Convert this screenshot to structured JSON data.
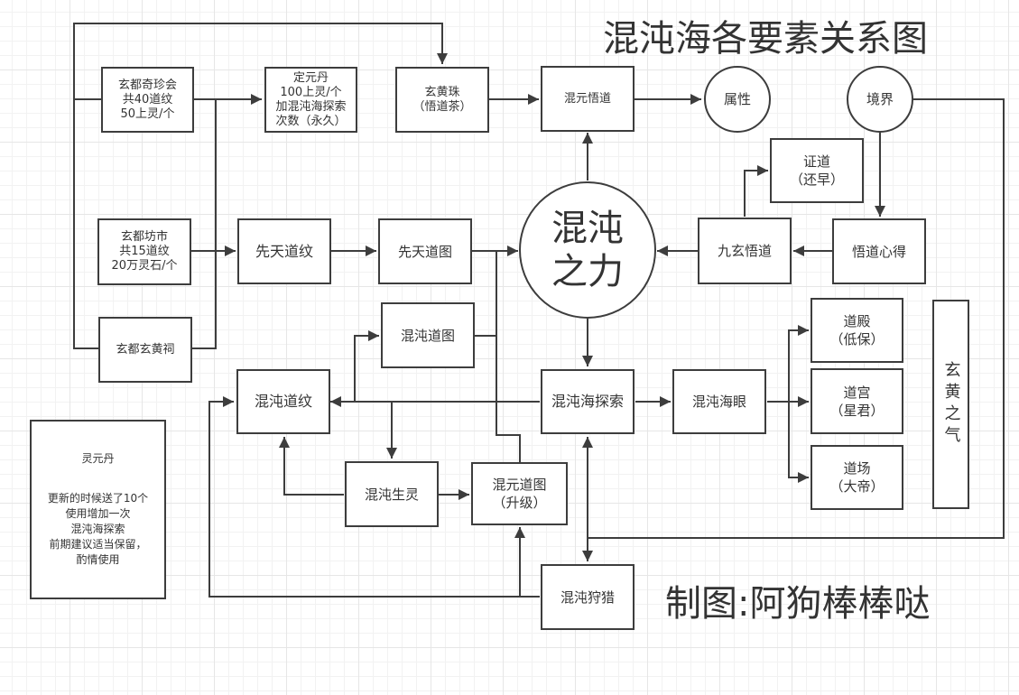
{
  "title": "混沌海各要素关系图",
  "author": "制图:阿狗棒棒哒",
  "nodes": {
    "qizhenhui": "玄都奇珍会\n共40道纹\n50上灵/个",
    "dingyuandan": "定元丹\n100上灵/个\n加混沌海探索\n次数（永久）",
    "xuanhuangzhu": "玄黄珠\n（悟道茶）",
    "hunyuanwudao": "混元悟道",
    "shuxing": "属性",
    "jingjie": "境界",
    "zhengdao": "证道\n（还早）",
    "fangshi": "玄都坊市\n共15道纹\n20万灵石/个",
    "xiantiandaowen": "先天道纹",
    "xiantiandaotu": "先天道图",
    "hundunzhili": "混沌\n之力",
    "jiuxuanwudao": "九玄悟道",
    "wudaoxinde": "悟道心得",
    "xuanhuangci": "玄都玄黄祠",
    "hundundaotu": "混沌道图",
    "hundundaowen": "混沌道纹",
    "tansuo": "混沌海探索",
    "haiyan": "混沌海眼",
    "daodian": "道殿\n（低保）",
    "daogong": "道宫\n（星君）",
    "daochang": "道场\n（大帝）",
    "xuanhuangzhiqi": "玄黄之气",
    "shengling": "混沌生灵",
    "hunyuandaotu": "混元道图\n（升级）",
    "shoulie": "混沌狩猎"
  },
  "note": {
    "title": "灵元丹",
    "body": "更新的时候送了10个\n使用增加一次\n混沌海探索\n前期建议适当保留，\n酌情使用"
  },
  "edges": [
    {
      "from": "qizhenhui",
      "to": "dingyuandan"
    },
    {
      "from": "qizhenhui",
      "to": "xuanhuangzhu"
    },
    {
      "from": "qizhenhui",
      "to": "xiantiandaowen"
    },
    {
      "from": "fangshi",
      "to": "xiantiandaowen"
    },
    {
      "from": "xuanhuangci",
      "to": "xiantiandaowen"
    },
    {
      "from": "xuanhuangci",
      "to": "xuanhuangzhu"
    },
    {
      "from": "xiantiandaowen",
      "to": "xiantiandaotu"
    },
    {
      "from": "xiantiandaotu",
      "to": "hundunzhili"
    },
    {
      "from": "hundundaotu",
      "to": "hundunzhili"
    },
    {
      "from": "hunyuandaotu",
      "to": "hundunzhili"
    },
    {
      "from": "xuanhuangzhu",
      "to": "hunyuanwudao"
    },
    {
      "from": "hunyuanwudao",
      "to": "shuxing"
    },
    {
      "from": "hundunzhili",
      "to": "hunyuanwudao"
    },
    {
      "from": "hundunzhili",
      "to": "tansuo"
    },
    {
      "from": "jiuxuanwudao",
      "to": "hundunzhili"
    },
    {
      "from": "jiuxuanwudao",
      "to": "zhengdao"
    },
    {
      "from": "wudaoxinde",
      "to": "jiuxuanwudao"
    },
    {
      "from": "jingjie",
      "to": "wudaoxinde"
    },
    {
      "from": "jingjie",
      "to": "shoulie"
    },
    {
      "from": "tansuo",
      "to": "hundundaowen"
    },
    {
      "from": "tansuo",
      "to": "hundundaotu"
    },
    {
      "from": "tansuo",
      "to": "shengling"
    },
    {
      "from": "tansuo",
      "to": "haiyan"
    },
    {
      "from": "tansuo",
      "to": "shoulie"
    },
    {
      "from": "shoulie",
      "to": "tansuo"
    },
    {
      "from": "haiyan",
      "to": "daodian"
    },
    {
      "from": "haiyan",
      "to": "daogong"
    },
    {
      "from": "haiyan",
      "to": "daochang"
    },
    {
      "from": "shengling",
      "to": "hundundaowen"
    },
    {
      "from": "shengling",
      "to": "hunyuandaotu"
    },
    {
      "from": "shoulie",
      "to": "hunyuandaotu"
    },
    {
      "from": "shoulie",
      "to": "hundundaowen"
    }
  ]
}
